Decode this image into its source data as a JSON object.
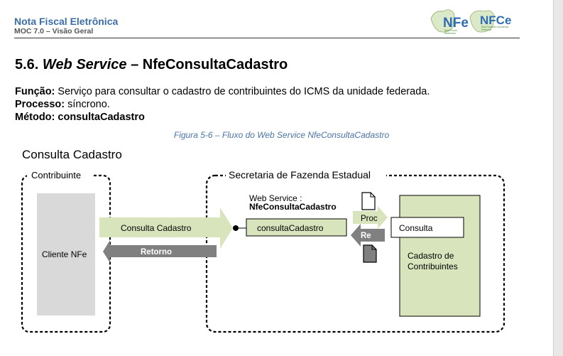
{
  "header": {
    "title": "Nota Fiscal Eletrônica",
    "subtitle": "MOC 7.0 – Visão Geral"
  },
  "logo": {
    "nfe": "NFe",
    "nfce": "NFCe",
    "nfe_small_1": "Nota Fiscal",
    "nfe_small_2": "Eletrônica",
    "nfce_small_1": "Nota Fiscal de Consumidor",
    "nfce_small_2": "Eletrônica"
  },
  "section": {
    "number": "5.6.",
    "title_italic": "Web Service",
    "title_rest": "– NfeConsultaCadastro"
  },
  "info": {
    "funcao_label": "Função:",
    "funcao_text": " Serviço para consultar o cadastro de contribuintes do ICMS da unidade federada.",
    "processo_label": "Processo:",
    "processo_text": " síncrono.",
    "metodo_label": "Método:",
    "metodo_text": " consultaCadastro"
  },
  "figure": {
    "caption": "Figura 5-6 – Fluxo do Web Service NfeConsultaCadastro"
  },
  "diagram": {
    "title": "Consulta Cadastro",
    "contribuinte": "Contribuinte",
    "cliente": "Cliente NFe",
    "secretaria": "Secretaria de Fazenda Estadual",
    "ws_line1": "Web Service   :",
    "ws_line2": "NfeConsultaCadastro",
    "arrow_consulta": "Consulta Cadastro",
    "arrow_retorno": "Retorno",
    "method": "consultaCadastro",
    "proc": "Proc",
    "re": "Re",
    "consulta": "Consulta",
    "cadastro_line1": "Cadastro de",
    "cadastro_line2": "Contribuintes"
  }
}
